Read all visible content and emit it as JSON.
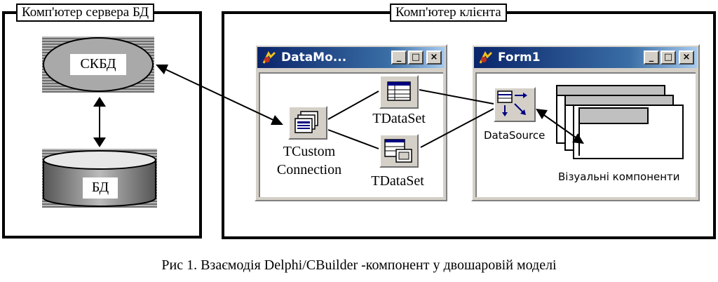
{
  "server_panel": {
    "title": "Комп'ютер сервера БД",
    "dbms_label": "СКБД",
    "db_label": "БД"
  },
  "client_panel": {
    "title": "Комп'ютер клієнта"
  },
  "datamodule": {
    "window_title": "DataMo...",
    "connection_label_line1": "TCustom",
    "connection_label_line2": "Connection",
    "dataset1_label": "TDataSet",
    "dataset2_label": "TDataSet"
  },
  "form": {
    "window_title": "Form1",
    "datasource_label": "DataSource",
    "visual_label": "Візуальні компоненти"
  },
  "window_buttons": {
    "minimize": "_",
    "maximize": "□",
    "close": "×"
  },
  "figure_caption": "Рис 1.  Взаємодія Delphi/CBuilder -компонент у двошаровій моделі"
}
